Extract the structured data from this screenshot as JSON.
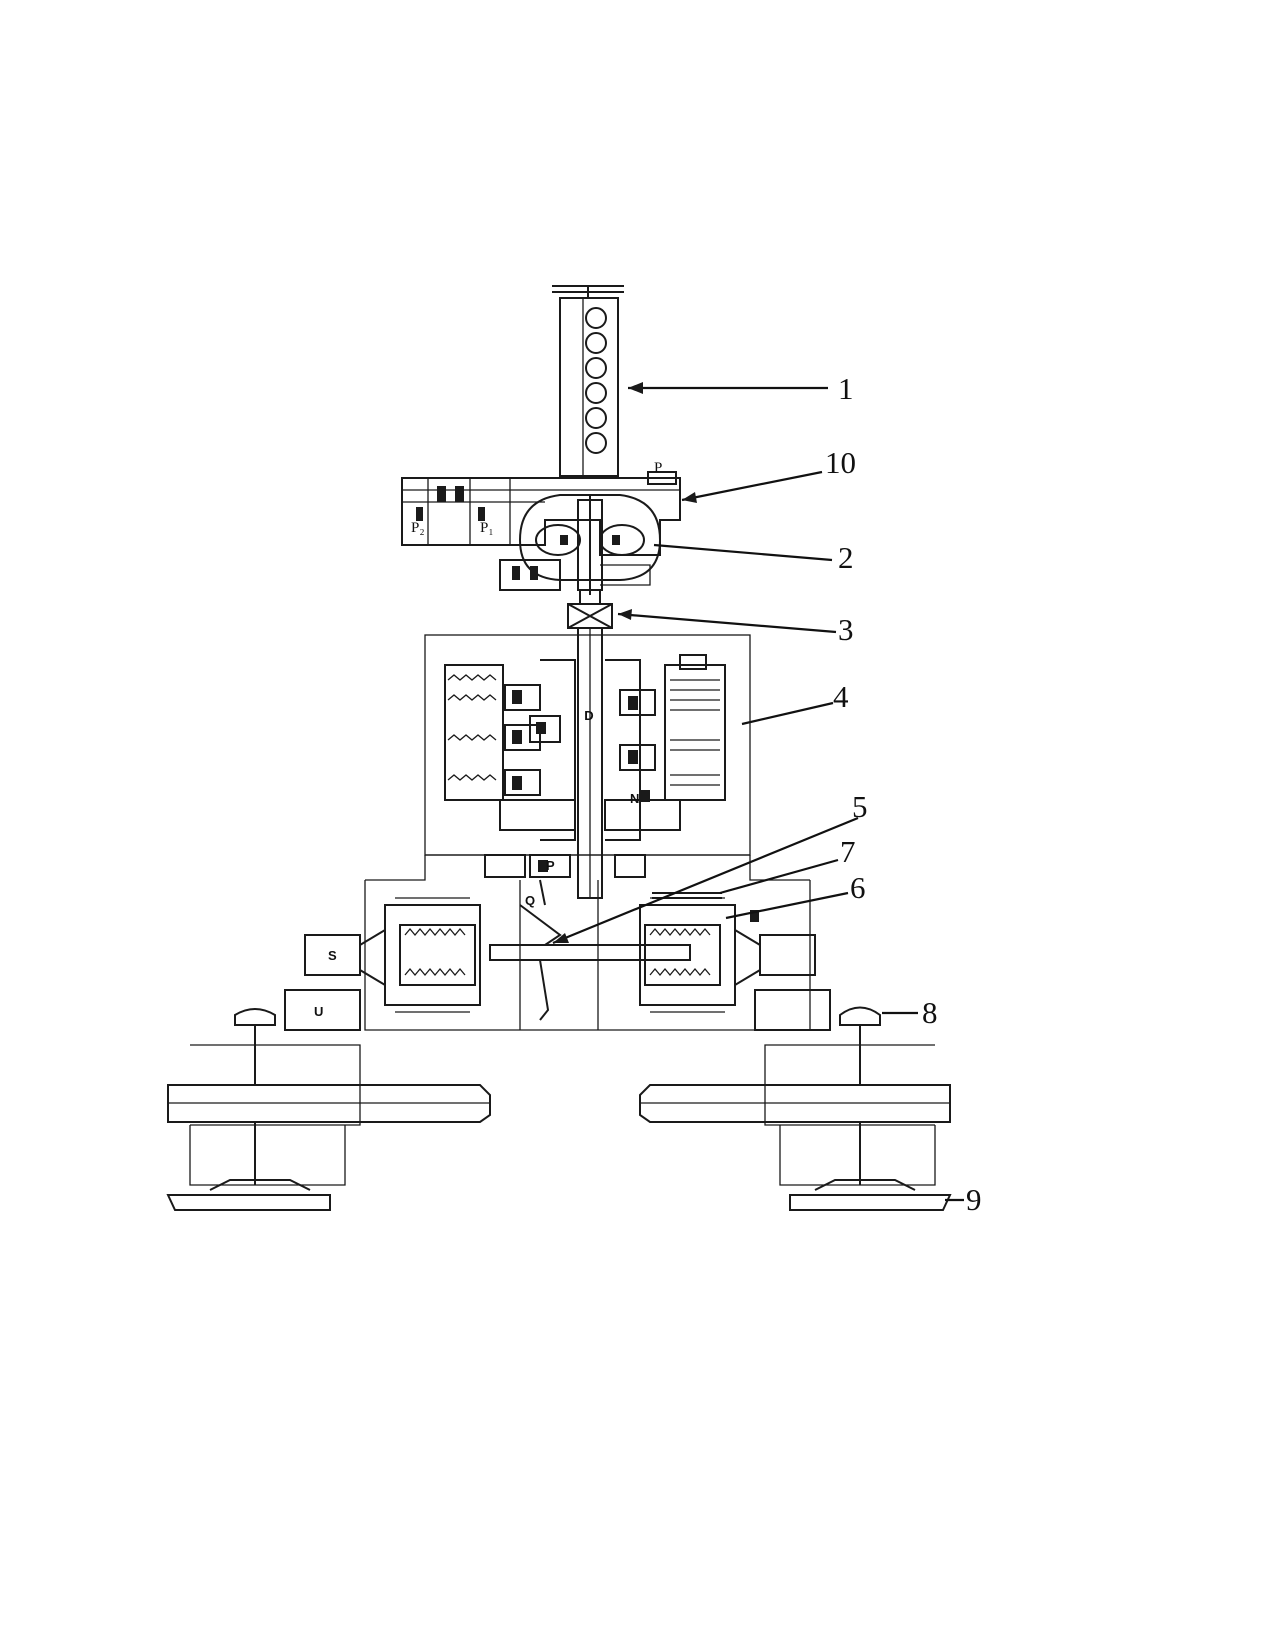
{
  "callouts": {
    "c1": "1",
    "c2": "2",
    "c3": "3",
    "c4": "4",
    "c5": "5",
    "c6": "6",
    "c7": "7",
    "c8": "8",
    "c9": "9",
    "c10": "10"
  },
  "ports": {
    "p": "P",
    "p1": "P₁",
    "p2": "P₂"
  },
  "marks": {
    "d": "D",
    "p": "P",
    "q": "Q",
    "s": "S",
    "u": "U",
    "n": "N"
  },
  "colors": {
    "ink": "#1a1a1a",
    "paper": "#ffffff"
  }
}
